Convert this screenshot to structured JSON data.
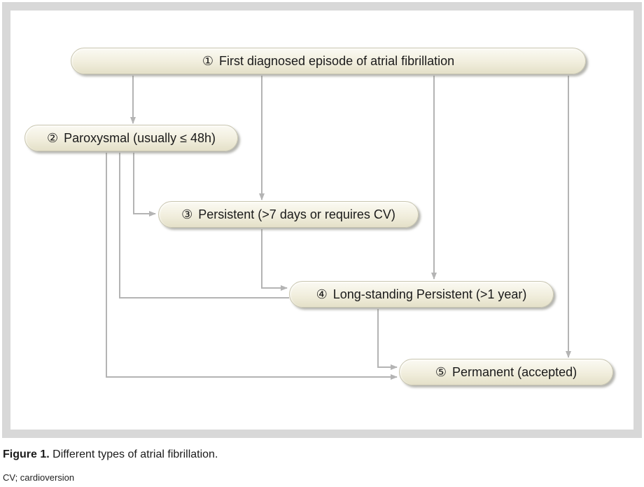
{
  "nodes": [
    {
      "id": "1",
      "number": "①",
      "label": "First diagnosed episode of atrial fibrillation",
      "detail": ""
    },
    {
      "id": "2",
      "number": "②",
      "label": "Paroxysmal",
      "detail": "(usually ≤ 48h)"
    },
    {
      "id": "3",
      "number": "③",
      "label": "Persistent",
      "detail": "(>7 days or requires CV)"
    },
    {
      "id": "4",
      "number": "④",
      "label": "Long-standing Persistent",
      "detail": "(>1 year)"
    },
    {
      "id": "5",
      "number": "⑤",
      "label": "Permanent",
      "detail": "(accepted)"
    }
  ],
  "edges": [
    {
      "from": "1",
      "to": "2"
    },
    {
      "from": "1",
      "to": "3"
    },
    {
      "from": "1",
      "to": "4"
    },
    {
      "from": "1",
      "to": "5"
    },
    {
      "from": "2",
      "to": "3"
    },
    {
      "from": "2",
      "to": "4"
    },
    {
      "from": "2",
      "to": "5"
    },
    {
      "from": "3",
      "to": "4"
    },
    {
      "from": "4",
      "to": "5"
    }
  ],
  "caption": {
    "figure_label": "Figure 1.",
    "text": "Different types of atrial fibrillation."
  },
  "footnote": "CV; cardioversion",
  "colors": {
    "connector": "#b4b4b4",
    "frame": "#d8d8d8",
    "node_fill": "#f1eedd"
  }
}
